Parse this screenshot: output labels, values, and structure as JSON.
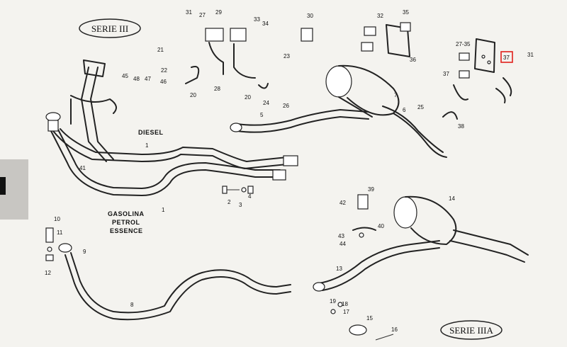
{
  "serie_iii": "SERIE III",
  "serie_iiia": "SERIE IIIA",
  "diesel": "DIESEL",
  "gasolina": "GASOLINA",
  "petrol": "PETROL",
  "essence": "ESSENCE",
  "highlighted_callout": "37",
  "callouts": [
    "1",
    "2",
    "3",
    "4",
    "5",
    "6",
    "7",
    "8",
    "9",
    "10",
    "11",
    "12",
    "13",
    "14",
    "15",
    "16",
    "17",
    "18",
    "19",
    "20",
    "21",
    "22",
    "23",
    "24",
    "25",
    "26",
    "27",
    "27-35",
    "28",
    "29",
    "30",
    "31",
    "32",
    "33",
    "34",
    "35",
    "36",
    "37",
    "38",
    "39",
    "40",
    "41",
    "42",
    "43",
    "44",
    "45",
    "46",
    "47",
    "48"
  ]
}
